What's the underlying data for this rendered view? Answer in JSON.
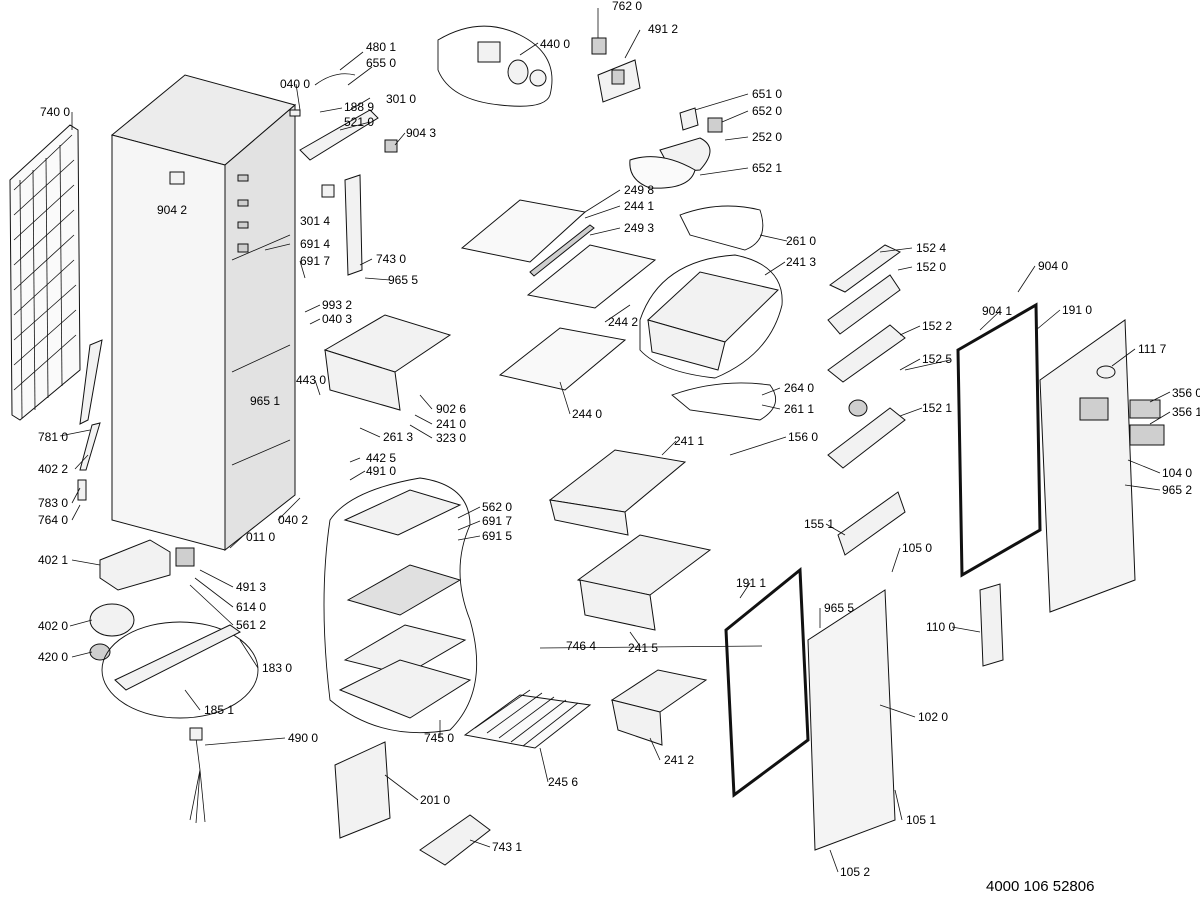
{
  "document_number": "4000 106 52806",
  "callouts": [
    {
      "id": "c-7620",
      "label": "762 0"
    },
    {
      "id": "c-4912",
      "label": "491 2"
    },
    {
      "id": "c-4801",
      "label": "480 1"
    },
    {
      "id": "c-6550",
      "label": "655 0"
    },
    {
      "id": "c-4400",
      "label": "440 0"
    },
    {
      "id": "c-7400",
      "label": "740 0"
    },
    {
      "id": "c-0400a",
      "label": "040 0"
    },
    {
      "id": "c-1889",
      "label": "188 9"
    },
    {
      "id": "c-3010",
      "label": "301 0"
    },
    {
      "id": "c-5210",
      "label": "521 0"
    },
    {
      "id": "c-9043a",
      "label": "904 3"
    },
    {
      "id": "c-6510",
      "label": "651 0"
    },
    {
      "id": "c-6520",
      "label": "652 0"
    },
    {
      "id": "c-2520",
      "label": "252 0"
    },
    {
      "id": "c-6521",
      "label": "652 1"
    },
    {
      "id": "c-9042",
      "label": "904 2"
    },
    {
      "id": "c-2498",
      "label": "249 8"
    },
    {
      "id": "c-2441",
      "label": "244 1"
    },
    {
      "id": "c-2493",
      "label": "249 3"
    },
    {
      "id": "c-3014",
      "label": "301 4"
    },
    {
      "id": "c-6914",
      "label": "691 4"
    },
    {
      "id": "c-6917a",
      "label": "691 7"
    },
    {
      "id": "c-7430",
      "label": "743 0"
    },
    {
      "id": "c-9655a",
      "label": "965 5"
    },
    {
      "id": "c-2610",
      "label": "261 0"
    },
    {
      "id": "c-1524",
      "label": "152 4"
    },
    {
      "id": "c-1520",
      "label": "152 0"
    },
    {
      "id": "c-2413",
      "label": "241 3"
    },
    {
      "id": "c-9040",
      "label": "904 0"
    },
    {
      "id": "c-9932",
      "label": "993 2"
    },
    {
      "id": "c-0403",
      "label": "040 3"
    },
    {
      "id": "c-2442",
      "label": "244 2"
    },
    {
      "id": "c-9041",
      "label": "904 1"
    },
    {
      "id": "c-1910",
      "label": "191 0"
    },
    {
      "id": "c-1522",
      "label": "152 2"
    },
    {
      "id": "c-1117",
      "label": "111 7"
    },
    {
      "id": "c-4430",
      "label": "443 0"
    },
    {
      "id": "c-9651",
      "label": "965 1"
    },
    {
      "id": "c-1525",
      "label": "152 5"
    },
    {
      "id": "c-2640",
      "label": "264 0"
    },
    {
      "id": "c-2611",
      "label": "261 1"
    },
    {
      "id": "c-9026",
      "label": "902 6"
    },
    {
      "id": "c-2410",
      "label": "241 0"
    },
    {
      "id": "c-2613",
      "label": "261 3"
    },
    {
      "id": "c-3230",
      "label": "323 0"
    },
    {
      "id": "c-2440",
      "label": "244 0"
    },
    {
      "id": "c-3560",
      "label": "356 0"
    },
    {
      "id": "c-1521",
      "label": "152 1"
    },
    {
      "id": "c-3561",
      "label": "356 1"
    },
    {
      "id": "c-7810",
      "label": "781 0"
    },
    {
      "id": "c-2411",
      "label": "241 1"
    },
    {
      "id": "c-1560",
      "label": "156 0"
    },
    {
      "id": "c-4425",
      "label": "442 5"
    },
    {
      "id": "c-4910",
      "label": "491 0"
    },
    {
      "id": "c-4022",
      "label": "402 2"
    },
    {
      "id": "c-1040",
      "label": "104 0"
    },
    {
      "id": "c-9652",
      "label": "965 2"
    },
    {
      "id": "c-7830",
      "label": "783 0"
    },
    {
      "id": "c-7640",
      "label": "764 0"
    },
    {
      "id": "c-0402",
      "label": "040 2"
    },
    {
      "id": "c-5620",
      "label": "562 0"
    },
    {
      "id": "c-6917b",
      "label": "691 7"
    },
    {
      "id": "c-6915",
      "label": "691 5"
    },
    {
      "id": "c-1551",
      "label": "155 1"
    },
    {
      "id": "c-0110",
      "label": "011 0"
    },
    {
      "id": "c-4021",
      "label": "402 1"
    },
    {
      "id": "c-1050",
      "label": "105 0"
    },
    {
      "id": "c-4913",
      "label": "491 3"
    },
    {
      "id": "c-1911",
      "label": "191 1"
    },
    {
      "id": "c-9655b",
      "label": "965 5"
    },
    {
      "id": "c-6140",
      "label": "614 0"
    },
    {
      "id": "c-5612",
      "label": "561 2"
    },
    {
      "id": "c-4020",
      "label": "402 0"
    },
    {
      "id": "c-1100",
      "label": "110 0"
    },
    {
      "id": "c-7464",
      "label": "746 4"
    },
    {
      "id": "c-2415",
      "label": "241 5"
    },
    {
      "id": "c-4200",
      "label": "420 0"
    },
    {
      "id": "c-1830",
      "label": "183 0"
    },
    {
      "id": "c-1851",
      "label": "185 1"
    },
    {
      "id": "c-1020",
      "label": "102 0"
    },
    {
      "id": "c-7450",
      "label": "745  0"
    },
    {
      "id": "c-4900",
      "label": "490 0"
    },
    {
      "id": "c-2412",
      "label": "241 2"
    },
    {
      "id": "c-2456",
      "label": "245 6"
    },
    {
      "id": "c-2010",
      "label": "201 0"
    },
    {
      "id": "c-1051",
      "label": "105 1"
    },
    {
      "id": "c-7431",
      "label": "743 1"
    },
    {
      "id": "c-1052",
      "label": "105 2"
    }
  ]
}
